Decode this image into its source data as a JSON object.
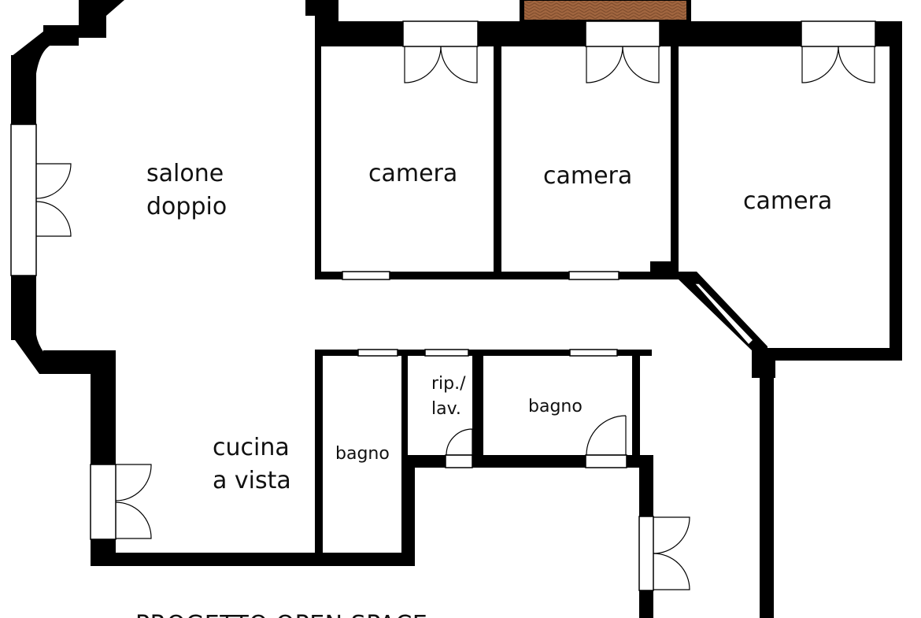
{
  "plan": {
    "rooms": {
      "salone": [
        "salone",
        "doppio"
      ],
      "camera_1": "camera",
      "camera_2": "camera",
      "camera_3": "camera",
      "cucina": [
        "cucina",
        "a vista"
      ],
      "bagno_1": "bagno",
      "ripostiglio": [
        "rip./",
        "lav."
      ],
      "bagno_2": "bagno"
    },
    "title": "PROGETTO OPEN SPACE"
  },
  "colors": {
    "wall": "#000000",
    "background": "#ffffff",
    "balcony_fill": "#a0653f",
    "text": "#111111"
  }
}
